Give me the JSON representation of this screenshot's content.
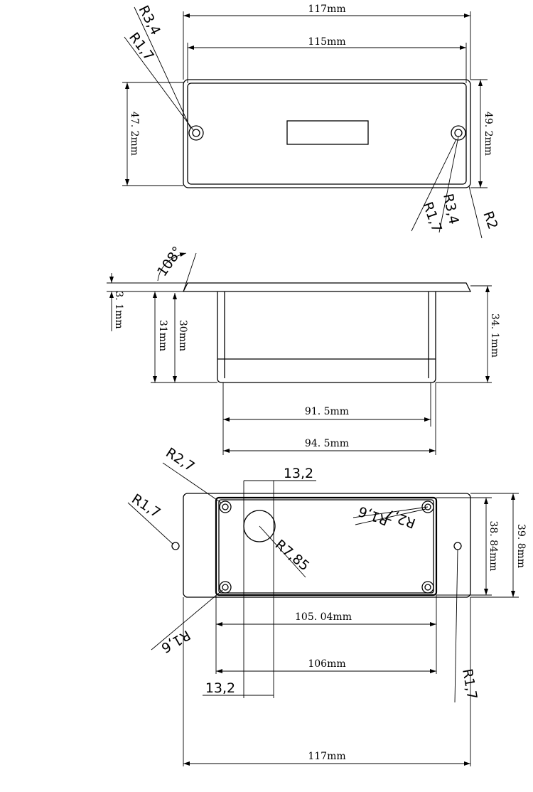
{
  "top_view": {
    "dim_overall_width": "117mm",
    "dim_inner_width": "115mm",
    "dim_left_height": "47. 2mm",
    "dim_right_height": "49. 2mm",
    "label_hole_outer_left": "R3,4",
    "label_hole_inner_left": "R1,7",
    "label_hole_outer_right": "R3,4",
    "label_hole_inner_right": "R1,7",
    "label_corner": "R2"
  },
  "side_view": {
    "angle_label": "108°",
    "dim_flange": "3. 1mm",
    "dim_height_31": "31mm",
    "dim_height_30": "30mm",
    "dim_total_height": "34. 1mm",
    "dim_inner_bottom": "91. 5mm",
    "dim_outer_bottom": "94. 5mm"
  },
  "bottom_view": {
    "label_corner_r27": "R2,7",
    "label_mount_hole_left": "R1,7",
    "label_offset_top": "13,2",
    "label_big_hole": "R7,85",
    "label_hole_r27": "R2,7",
    "label_hole_r16_top": "R1,6",
    "label_hole_r16_bottom": "R1,6",
    "dim_inner_width": "105. 04mm",
    "dim_outer_width": "106mm",
    "label_offset_bottom": "13,2",
    "label_mount_hole_right": "R1,7",
    "dim_total_width": "117mm",
    "dim_height_inner": "38. 84mm",
    "dim_height_outer": "39. 8mm"
  }
}
